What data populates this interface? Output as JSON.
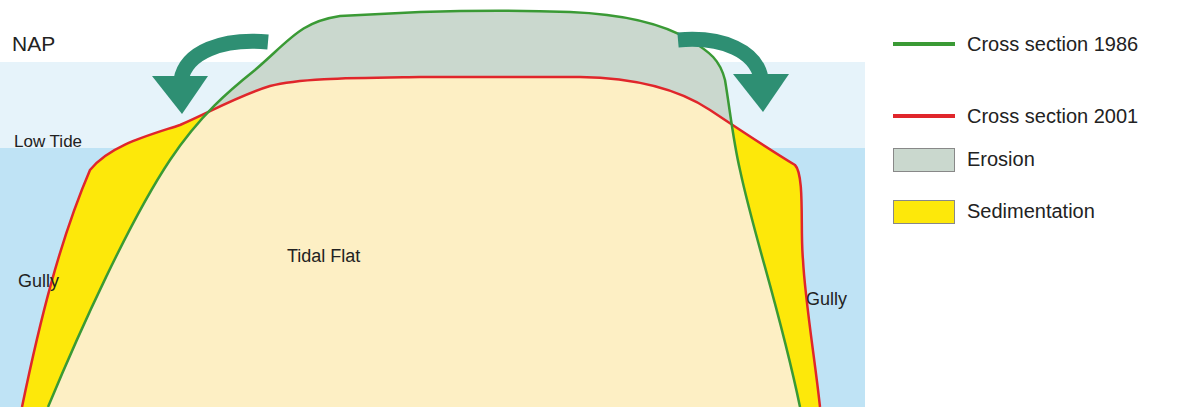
{
  "diagram": {
    "labels": [
      "NAP",
      "Low Tide",
      "Gully",
      "Tidal Flat",
      "Gully"
    ],
    "legend": [
      {
        "text": "Cross section 1986"
      },
      {
        "text": "Cross section 2001"
      },
      {
        "text": "Erosion",
        "color": "#cad8ce"
      },
      {
        "text": "Sedimentation",
        "color": "#fde80a"
      }
    ]
  }
}
